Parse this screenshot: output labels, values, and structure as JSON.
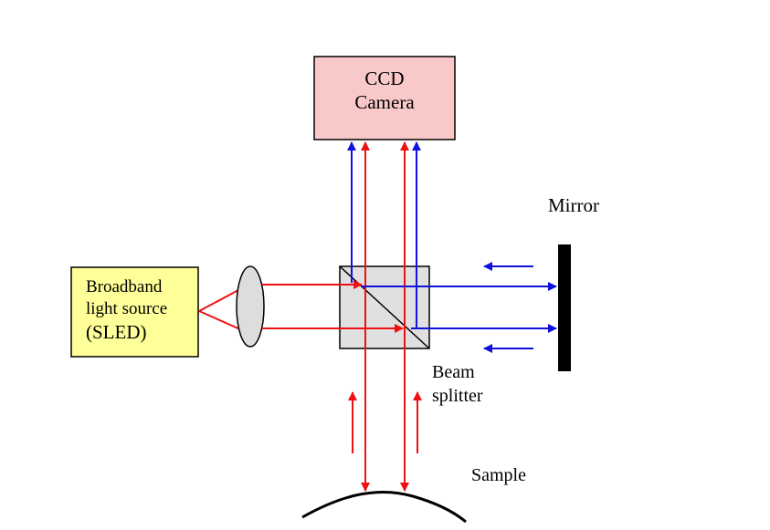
{
  "camera": {
    "line1": "CCD",
    "line2": "Camera"
  },
  "light_source": {
    "line1": "Broadband",
    "line2": "light source",
    "line3": "(SLED)"
  },
  "labels": {
    "mirror": "Mirror",
    "beam_splitter_line1": "Beam",
    "beam_splitter_line2": "splitter",
    "sample": "Sample"
  },
  "colors": {
    "camera_fill": "#f9c9c9",
    "source_fill": "#ffff99",
    "splitter_fill": "#e0e0e0",
    "red_beam": "#ee1111",
    "blue_beam": "#1111dd",
    "ink": "#000000"
  },
  "icons": {
    "lens": "lens-icon",
    "mirror": "mirror-icon",
    "sample_surface": "sample-surface-icon"
  }
}
